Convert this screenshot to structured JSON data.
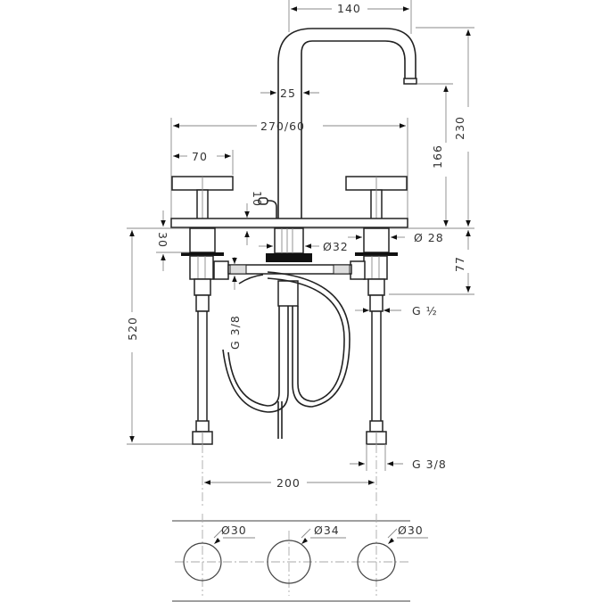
{
  "drawing": {
    "title": "Three-hole basin mixer technical drawing",
    "units": "mm",
    "line_color": "#222222",
    "dimension_color": "#888888",
    "text_color": "#333333"
  },
  "dimensions": {
    "spout_reach": "140",
    "spout_diameter": "25",
    "handle_spread": "270/60",
    "handle_width": "70",
    "aerator_lever_height": "10",
    "total_height": "230",
    "spout_outlet_height": "166",
    "valve_body_below_deck": "30",
    "center_diameter": "Ø32",
    "valve_diameter": "Ø 28",
    "valve_depth": "77",
    "hose_length": "520",
    "hose_thread_left": "G 3/8",
    "inlet_thread": "G ½",
    "outlet_thread": "G 3/8",
    "valve_spacing": "200"
  },
  "holes": [
    {
      "label": "Ø30"
    },
    {
      "label": "Ø34"
    },
    {
      "label": "Ø30"
    }
  ]
}
